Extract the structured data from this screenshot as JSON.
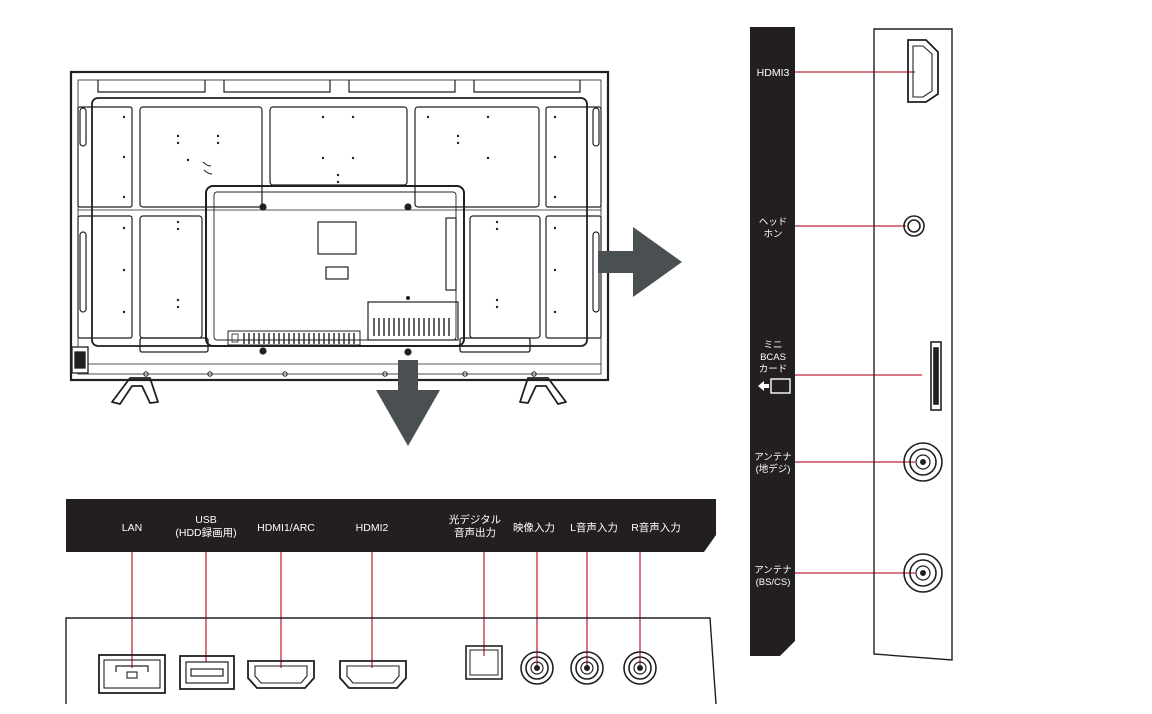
{
  "bottom_labels": {
    "lan": "LAN",
    "usb_line1": "USB",
    "usb_line2": "(HDD録画用)",
    "hdmi1": "HDMI1/ARC",
    "hdmi2": "HDMI2",
    "optical_line1": "光デジタル",
    "optical_line2": "音声出力",
    "video_in": "映像入力",
    "audio_l_in": "L音声入力",
    "audio_r_in": "R音声入力"
  },
  "side_labels": {
    "hdmi3": "HDMI3",
    "headphone_line1": "ヘッド",
    "headphone_line2": "ホン",
    "bcas_line1": "ミニ",
    "bcas_line2": "BCAS",
    "bcas_line3": "カード",
    "antenna_terr_line1": "アンテナ",
    "antenna_terr_line2": "(地デジ)",
    "antenna_bs_line1": "アンテナ",
    "antenna_bs_line2": "(BS/CS)"
  },
  "colors": {
    "band": "#231f20",
    "leader_line": "#c0283c",
    "arrow": "#4a5052",
    "outline": "#231f20"
  }
}
